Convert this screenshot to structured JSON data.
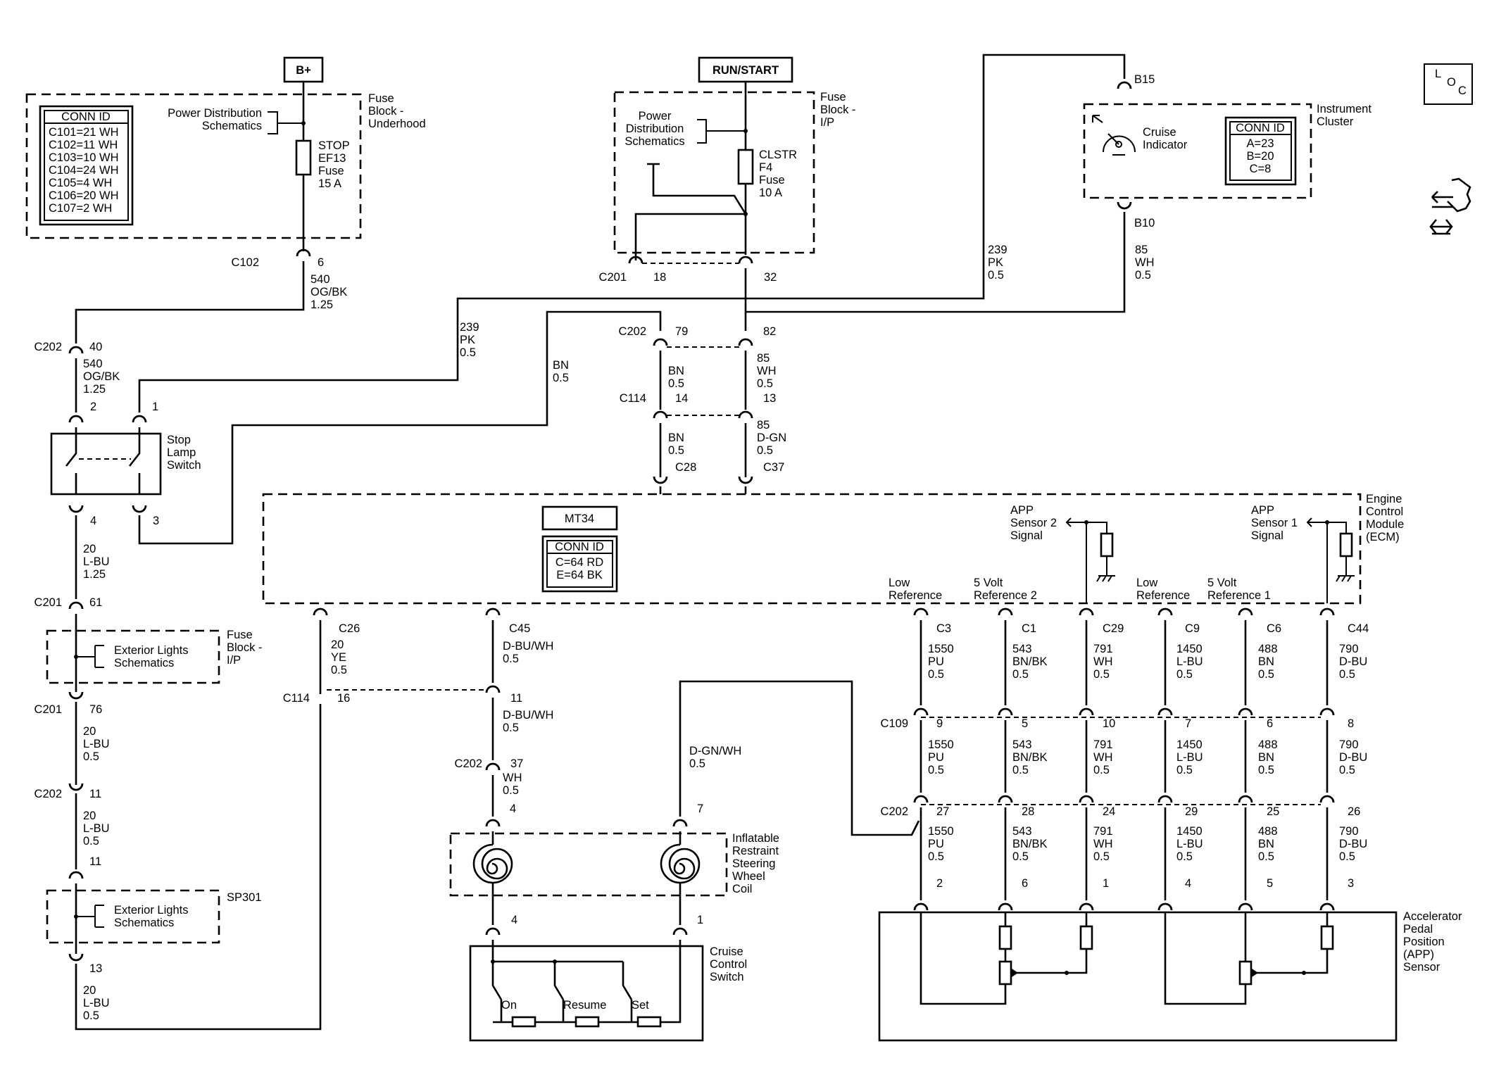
{
  "power": {
    "bplus": "B+",
    "runstart": "RUN/START"
  },
  "fuse_underhood": {
    "title": [
      "Fuse",
      "Block -",
      "Underhood"
    ],
    "conn_id": {
      "title": "CONN ID",
      "rows": [
        "C101=21 WH",
        "C102=11 WH",
        "C103=10 WH",
        "C104=24 WH",
        "C105=4 WH",
        "C106=20 WH",
        "C107=2 WH"
      ]
    },
    "pds": [
      "Power Distribution",
      "Schematics"
    ],
    "fuse": [
      "STOP",
      "EF13",
      "Fuse",
      "15 A"
    ]
  },
  "fuse_ip": {
    "title": [
      "Fuse",
      "Block -",
      "I/P"
    ],
    "pds": [
      "Power",
      "Distribution",
      "Schematics"
    ],
    "fuse": [
      "CLSTR",
      "F4",
      "Fuse",
      "10 A"
    ]
  },
  "cluster": {
    "title": [
      "Instrument",
      "Cluster"
    ],
    "indicator": [
      "Cruise",
      "Indicator"
    ],
    "conn_id": {
      "title": "CONN ID",
      "rows": [
        "A=23",
        "B=20",
        "C=8"
      ]
    },
    "b15": "B15",
    "b10": "B10"
  },
  "loc_icon": {
    "l": "L",
    "o": "O",
    "c": "C"
  },
  "ecm": {
    "title": [
      "Engine",
      "Control",
      "Module",
      "(ECM)"
    ],
    "module": "MT34",
    "conn_id": {
      "title": "CONN ID",
      "rows": [
        "C=64 RD",
        "E=64 BK"
      ]
    },
    "app2": [
      "APP",
      "Sensor 2",
      "Signal"
    ],
    "app1": [
      "APP",
      "Sensor 1",
      "Signal"
    ],
    "lowref": [
      "Low",
      "Reference"
    ],
    "fivev2": [
      "5 Volt",
      "Reference 2"
    ],
    "fivev1": [
      "5 Volt",
      "Reference 1"
    ]
  },
  "stop_lamp": [
    "Stop",
    "Lamp",
    "Switch"
  ],
  "fuse_block_ip_left": [
    "Fuse",
    "Block -",
    "I/P"
  ],
  "ext_lights": [
    "Exterior Lights",
    "Schematics"
  ],
  "sp301": "SP301",
  "coil": [
    "Inflatable",
    "Restraint",
    "Steering",
    "Wheel",
    "Coil"
  ],
  "cruise_switch": {
    "title": [
      "Cruise",
      "Control",
      "Switch"
    ],
    "on": "On",
    "resume": "Resume",
    "set": "Set"
  },
  "app_sensor": [
    "Accelerator",
    "Pedal",
    "Position",
    "(APP)",
    "Sensor"
  ],
  "labels": [
    [
      "C102",
      368,
      378,
      "end"
    ],
    [
      "6",
      451,
      378
    ],
    [
      "540",
      441,
      402
    ],
    [
      "OG/BK",
      441,
      420
    ],
    [
      "1.25",
      441,
      438
    ],
    [
      "C202",
      88,
      498,
      "end"
    ],
    [
      "40",
      127,
      498
    ],
    [
      "540",
      118,
      522
    ],
    [
      "OG/BK",
      118,
      540
    ],
    [
      "1.25",
      118,
      558
    ],
    [
      "2",
      128,
      583
    ],
    [
      "1",
      216,
      583
    ],
    [
      "4",
      128,
      745
    ],
    [
      "3",
      217,
      745
    ],
    [
      "20",
      118,
      785
    ],
    [
      "L-BU",
      118,
      803
    ],
    [
      "1.25",
      118,
      821
    ],
    [
      "C201",
      88,
      861,
      "end"
    ],
    [
      "61",
      127,
      861
    ],
    [
      "C201",
      88,
      1013,
      "end"
    ],
    [
      "76",
      127,
      1013
    ],
    [
      "20",
      118,
      1044
    ],
    [
      "L-BU",
      118,
      1062
    ],
    [
      "0.5",
      118,
      1080
    ],
    [
      "C202",
      88,
      1133,
      "end"
    ],
    [
      "11",
      127,
      1133
    ],
    [
      "20",
      118,
      1164
    ],
    [
      "L-BU",
      118,
      1182
    ],
    [
      "0.5",
      118,
      1200
    ],
    [
      "11",
      127,
      1229
    ],
    [
      "13",
      127,
      1381
    ],
    [
      "20",
      118,
      1412
    ],
    [
      "L-BU",
      118,
      1430
    ],
    [
      "0.5",
      118,
      1448
    ],
    [
      "239",
      653,
      470
    ],
    [
      "PK",
      653,
      488
    ],
    [
      "0.5",
      653,
      506
    ],
    [
      "BN",
      785,
      524
    ],
    [
      "0.5",
      785,
      542
    ],
    [
      "C201",
      890,
      399,
      "end"
    ],
    [
      "18",
      928,
      399
    ],
    [
      "32",
      1085,
      399
    ],
    [
      "239",
      1403,
      360
    ],
    [
      "PK",
      1403,
      378
    ],
    [
      "0.5",
      1403,
      396
    ],
    [
      "85",
      1612,
      360
    ],
    [
      "WH",
      1612,
      378
    ],
    [
      "0.5",
      1612,
      396
    ],
    [
      "C202",
      918,
      476,
      "end"
    ],
    [
      "79",
      959,
      476
    ],
    [
      "82",
      1084,
      476
    ],
    [
      "BN",
      949,
      532
    ],
    [
      "0.5",
      949,
      550
    ],
    [
      "85",
      1075,
      514
    ],
    [
      "WH",
      1075,
      532
    ],
    [
      "0.5",
      1075,
      550
    ],
    [
      "C114",
      918,
      571,
      "end"
    ],
    [
      "14",
      959,
      571
    ],
    [
      "13",
      1084,
      571
    ],
    [
      "BN",
      949,
      627
    ],
    [
      "0.5",
      949,
      645
    ],
    [
      "85",
      1075,
      609
    ],
    [
      "D-GN",
      1075,
      627
    ],
    [
      "0.5",
      1075,
      645
    ],
    [
      "C28",
      959,
      669
    ],
    [
      "C37",
      1084,
      669
    ],
    [
      "C26",
      481,
      898
    ],
    [
      "20",
      470,
      921
    ],
    [
      "YE",
      470,
      939
    ],
    [
      "0.5",
      470,
      957
    ],
    [
      "C45",
      723,
      898
    ],
    [
      "D-BU/WH",
      714,
      923
    ],
    [
      "0.5",
      714,
      941
    ],
    [
      "C114",
      440,
      997,
      "end"
    ],
    [
      "16",
      479,
      997
    ],
    [
      "11",
      725,
      997
    ],
    [
      "D-BU/WH",
      714,
      1021
    ],
    [
      "0.5",
      714,
      1039
    ],
    [
      "C202",
      685,
      1090,
      "end"
    ],
    [
      "37",
      725,
      1090
    ],
    [
      "WH",
      714,
      1110
    ],
    [
      "0.5",
      714,
      1128
    ],
    [
      "4",
      724,
      1154
    ],
    [
      "7",
      990,
      1154
    ],
    [
      "D-GN/WH",
      979,
      1072
    ],
    [
      "0.5",
      979,
      1090
    ],
    [
      "4",
      726,
      1312
    ],
    [
      "1",
      990,
      1312
    ],
    [
      "C3",
      1330,
      898
    ],
    [
      "C1",
      1451,
      898
    ],
    [
      "C29",
      1566,
      898
    ],
    [
      "C9",
      1683,
      898
    ],
    [
      "C6",
      1799,
      898
    ],
    [
      "C44",
      1914,
      898
    ],
    [
      "1550",
      1318,
      927
    ],
    [
      "PU",
      1318,
      945
    ],
    [
      "0.5",
      1318,
      963
    ],
    [
      "543",
      1438,
      927
    ],
    [
      "BN/BK",
      1438,
      945
    ],
    [
      "0.5",
      1438,
      963
    ],
    [
      "791",
      1553,
      927
    ],
    [
      "WH",
      1553,
      945
    ],
    [
      "0.5",
      1553,
      963
    ],
    [
      "1450",
      1671,
      927
    ],
    [
      "L-BU",
      1671,
      945
    ],
    [
      "0.5",
      1671,
      963
    ],
    [
      "488",
      1787,
      927
    ],
    [
      "BN",
      1787,
      945
    ],
    [
      "0.5",
      1787,
      963
    ],
    [
      "790",
      1902,
      927
    ],
    [
      "D-BU",
      1902,
      945
    ],
    [
      "0.5",
      1902,
      963
    ],
    [
      "C109",
      1290,
      1033,
      "end"
    ],
    [
      "9",
      1330,
      1033
    ],
    [
      "5",
      1451,
      1033
    ],
    [
      "10",
      1566,
      1033
    ],
    [
      "7",
      1683,
      1033
    ],
    [
      "6",
      1799,
      1033
    ],
    [
      "8",
      1914,
      1033
    ],
    [
      "1550",
      1318,
      1063
    ],
    [
      "PU",
      1318,
      1081
    ],
    [
      "0.5",
      1318,
      1099
    ],
    [
      "543",
      1438,
      1063
    ],
    [
      "BN/BK",
      1438,
      1081
    ],
    [
      "0.5",
      1438,
      1099
    ],
    [
      "791",
      1553,
      1063
    ],
    [
      "WH",
      1553,
      1081
    ],
    [
      "0.5",
      1553,
      1099
    ],
    [
      "1450",
      1671,
      1063
    ],
    [
      "L-BU",
      1671,
      1081
    ],
    [
      "0.5",
      1671,
      1099
    ],
    [
      "488",
      1787,
      1063
    ],
    [
      "BN",
      1787,
      1081
    ],
    [
      "0.5",
      1787,
      1099
    ],
    [
      "790",
      1902,
      1063
    ],
    [
      "D-BU",
      1902,
      1081
    ],
    [
      "0.5",
      1902,
      1099
    ],
    [
      "C202",
      1290,
      1158,
      "end"
    ],
    [
      "27",
      1330,
      1158
    ],
    [
      "28",
      1451,
      1158
    ],
    [
      "24",
      1566,
      1158
    ],
    [
      "29",
      1683,
      1158
    ],
    [
      "25",
      1799,
      1158
    ],
    [
      "26",
      1914,
      1158
    ],
    [
      "1550",
      1318,
      1186
    ],
    [
      "PU",
      1318,
      1204
    ],
    [
      "0.5",
      1318,
      1222
    ],
    [
      "543",
      1438,
      1186
    ],
    [
      "BN/BK",
      1438,
      1204
    ],
    [
      "0.5",
      1438,
      1222
    ],
    [
      "791",
      1553,
      1186
    ],
    [
      "WH",
      1553,
      1204
    ],
    [
      "0.5",
      1553,
      1222
    ],
    [
      "1450",
      1671,
      1186
    ],
    [
      "L-BU",
      1671,
      1204
    ],
    [
      "0.5",
      1671,
      1222
    ],
    [
      "488",
      1787,
      1186
    ],
    [
      "BN",
      1787,
      1204
    ],
    [
      "0.5",
      1787,
      1222
    ],
    [
      "790",
      1902,
      1186
    ],
    [
      "D-BU",
      1902,
      1204
    ],
    [
      "0.5",
      1902,
      1222
    ],
    [
      "2",
      1330,
      1260
    ],
    [
      "6",
      1451,
      1260
    ],
    [
      "1",
      1566,
      1260
    ],
    [
      "4",
      1683,
      1260
    ],
    [
      "5",
      1799,
      1260
    ],
    [
      "3",
      1914,
      1260
    ]
  ]
}
